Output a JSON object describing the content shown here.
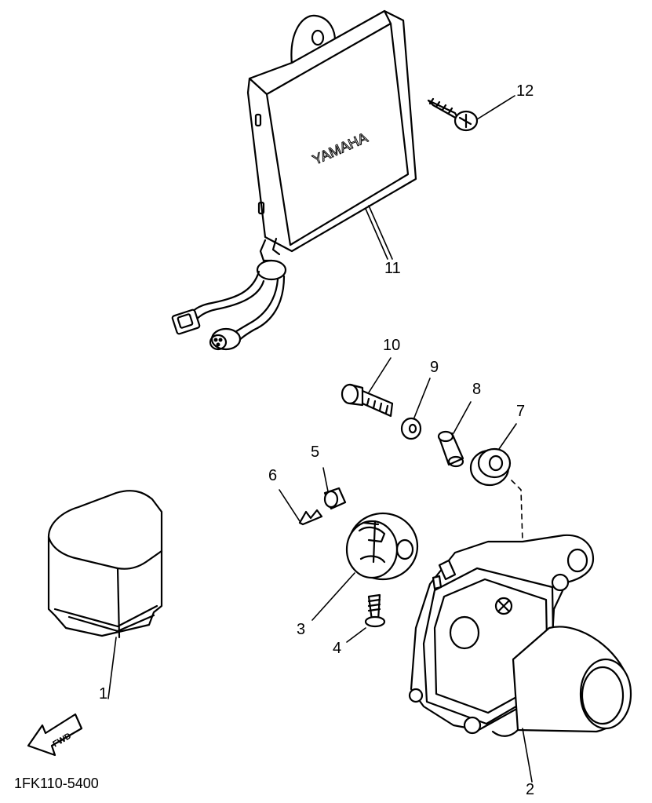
{
  "diagram": {
    "code": "1FK110-5400",
    "brand_label": "YAMAHA",
    "fwd_label": "FWD",
    "callouts": {
      "p1": "1",
      "p2": "2",
      "p3": "3",
      "p4": "4",
      "p5": "5",
      "p6": "6",
      "p7": "7",
      "p8": "8",
      "p9": "9",
      "p10": "10",
      "p11": "11",
      "p12": "12"
    }
  }
}
